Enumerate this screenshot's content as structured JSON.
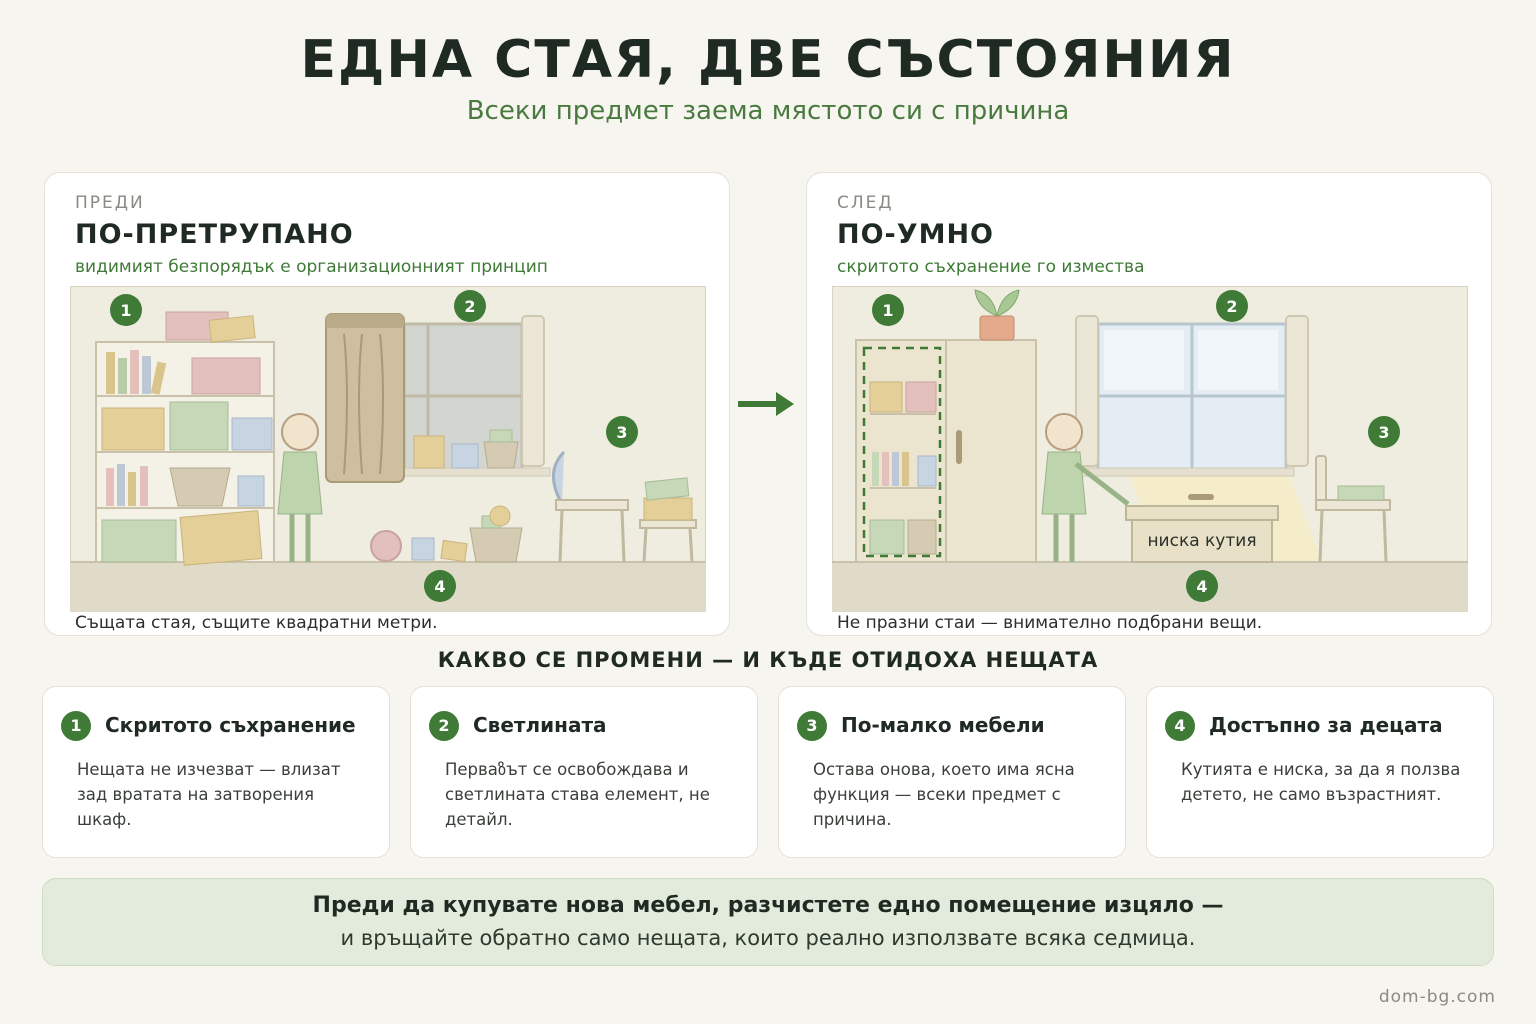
{
  "title": "ЕДНА СТАЯ, ДВЕ СЪСТОЯНИЯ",
  "subtitle": "Всеки предмет заема мястото си с причина",
  "before": {
    "tag": "ПРЕДИ",
    "heading": "ПО-ПРЕТРУПАНО",
    "description": "видимият безпорядък е организационният принцип",
    "caption": "Същата стая, същите квадратни метри.",
    "markers": [
      "1",
      "2",
      "3",
      "4"
    ]
  },
  "after": {
    "tag": "СЛЕД",
    "heading": "ПО-УМНО",
    "description": "скритото съхранение го измества",
    "caption": "Не празни стаи — внимателно подбрани вещи.",
    "box_label": "ниска кутия",
    "markers": [
      "1",
      "2",
      "3",
      "4"
    ]
  },
  "section_title": "КАКВО СЕ ПРОМЕНИ — И КЪДЕ ОТИДОХА НЕЩАТА",
  "cards": [
    {
      "num": "1",
      "title": "Скритото съхранение",
      "text": "Нещата не изчезват — влизат зад вратата на затворения шкаф."
    },
    {
      "num": "2",
      "title": "Светлината",
      "text": "Перваზът се освобождава и светлината става елемент, не детайл."
    },
    {
      "num": "3",
      "title": "По-малко мебели",
      "text": "Остава онова, което има ясна функция — всеки предмет с причина."
    },
    {
      "num": "4",
      "title": "Достъпно за децата",
      "text": "Кутията е ниска, за да я ползва детето, не само възрастният."
    }
  ],
  "banner": {
    "line1": "Преди да купувате нова мебел, разчистете едно помещение изцяло —",
    "line2": "и връщайте обратно само нещата, които реално използвате всяка седмица."
  },
  "footer": "dom-bg.com",
  "colors": {
    "accent": "#3f7a37",
    "background": "#f6f5f0",
    "banner": "#e3ecdc"
  }
}
